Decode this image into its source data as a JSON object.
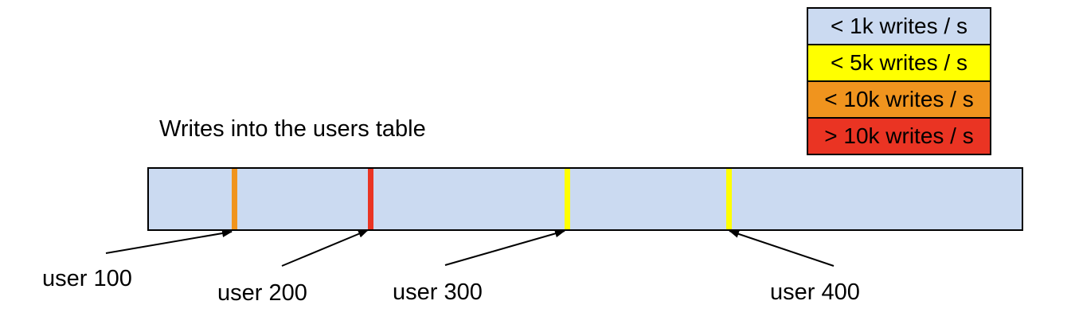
{
  "title": "Writes into the users table",
  "legend": {
    "items": [
      {
        "label": "< 1k writes / s",
        "color": "#cbdaf1"
      },
      {
        "label": "< 5k writes / s",
        "color": "#ffff00"
      },
      {
        "label": "< 10k writes / s",
        "color": "#f0941e"
      },
      {
        "label": "> 10k writes / s",
        "color": "#ea3423"
      }
    ]
  },
  "bar": {
    "fill": "#cbdaf1",
    "markers": [
      {
        "user": "user 100",
        "color": "#f0941e"
      },
      {
        "user": "user 200",
        "color": "#ea3423"
      },
      {
        "user": "user 300",
        "color": "#ffff00"
      },
      {
        "user": "user 400",
        "color": "#ffff00"
      }
    ]
  }
}
